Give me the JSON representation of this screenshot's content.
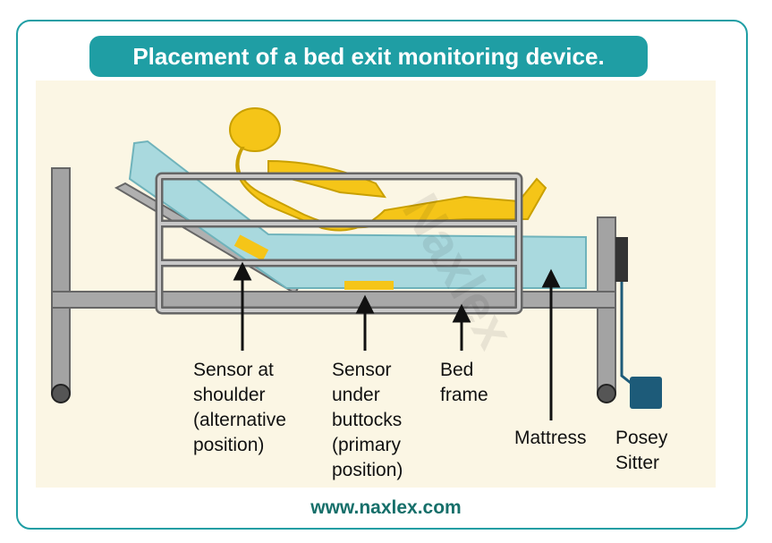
{
  "title": "Placement of a bed exit monitoring device.",
  "labels": {
    "shoulder": [
      "Sensor at",
      "shoulder",
      "(alternative",
      "position)"
    ],
    "buttocks": [
      "Sensor",
      "under",
      "buttocks",
      "(primary",
      "position)"
    ],
    "frame": [
      "Bed",
      "frame"
    ],
    "mattress": [
      "Mattress"
    ],
    "posey": [
      "Posey",
      "Sitter"
    ]
  },
  "footer": "www.naxlex.com",
  "watermark": "Naxlex",
  "colors": {
    "accent": "#1f9ea4",
    "person": "#f5c518",
    "mattress": "#a9d9de",
    "frame": "#a0a0a0",
    "device": "#1d5b79"
  }
}
